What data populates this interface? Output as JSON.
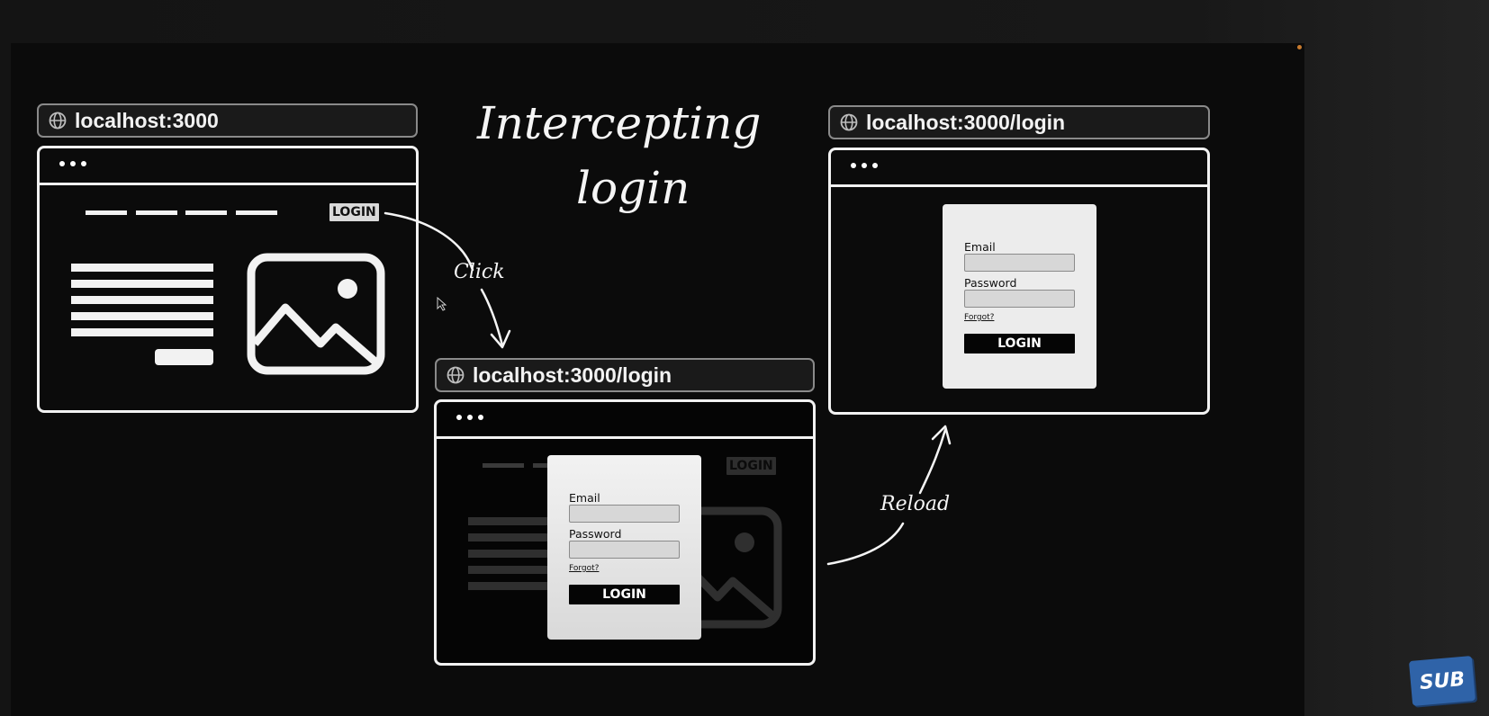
{
  "title": {
    "line1": "Intercepting",
    "line2": "login"
  },
  "labels": {
    "click": "Click",
    "reload": "Reload"
  },
  "left": {
    "url": "localhost:3000",
    "login_tag": "LOGIN"
  },
  "middle": {
    "url": "localhost:3000/login",
    "bg_login_tag": "LOGIN",
    "form": {
      "email_label": "Email",
      "password_label": "Password",
      "forgot": "Forgot?",
      "button": "LOGIN"
    }
  },
  "right": {
    "url": "localhost:3000/login",
    "form": {
      "email_label": "Email",
      "password_label": "Password",
      "forgot": "Forgot?",
      "button": "LOGIN"
    }
  },
  "badge": "SUB",
  "colors": {
    "background": "#0b0b0b",
    "outline": "#f2f2f2",
    "card": "#ececec",
    "accent_dot": "#c77a2e",
    "badge": "#2f63a8"
  },
  "icons": [
    "globe-icon",
    "window-dots-icon",
    "image-placeholder-icon",
    "cursor-icon",
    "arrow-icon"
  ]
}
